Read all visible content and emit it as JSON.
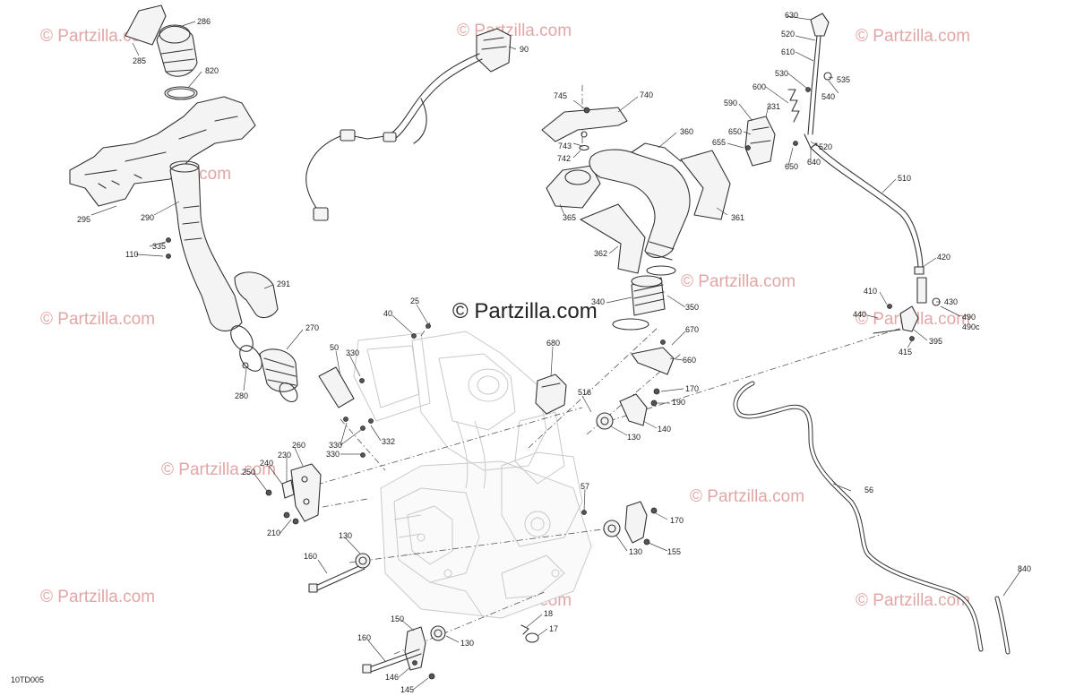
{
  "diagram": {
    "center_watermark": "© Partzilla.com",
    "code": "10TD005",
    "watermarks": [
      "© Partzilla.com",
      "© Partzilla.com",
      "© Partzilla.com",
      "© Partzilla.com",
      "© Partzilla.com",
      "© Partzilla.com",
      "© Partzilla.com",
      "© Partzilla.com",
      "© Partzilla.com",
      "© Partzilla.com",
      "© Partzilla.com",
      "© Partzilla.com"
    ],
    "callouts": [
      "285",
      "286",
      "820",
      "295",
      "290",
      "335",
      "110",
      "291",
      "270",
      "280",
      "90",
      "745",
      "740",
      "743",
      "742",
      "360",
      "365",
      "361",
      "362",
      "340",
      "350",
      "630",
      "520",
      "610",
      "530",
      "535",
      "540",
      "600",
      "590",
      "331",
      "650",
      "655",
      "520",
      "650",
      "640",
      "510",
      "420",
      "410",
      "440",
      "430",
      "490",
      "490c",
      "395",
      "415",
      "25",
      "40",
      "50",
      "330",
      "680",
      "516",
      "670",
      "660",
      "170",
      "190",
      "140",
      "130",
      "330",
      "332",
      "330",
      "260",
      "230",
      "240",
      "250",
      "210",
      "57",
      "170",
      "130",
      "155",
      "130",
      "160",
      "56",
      "840",
      "18",
      "17",
      "150",
      "130",
      "160",
      "146",
      "145"
    ]
  }
}
